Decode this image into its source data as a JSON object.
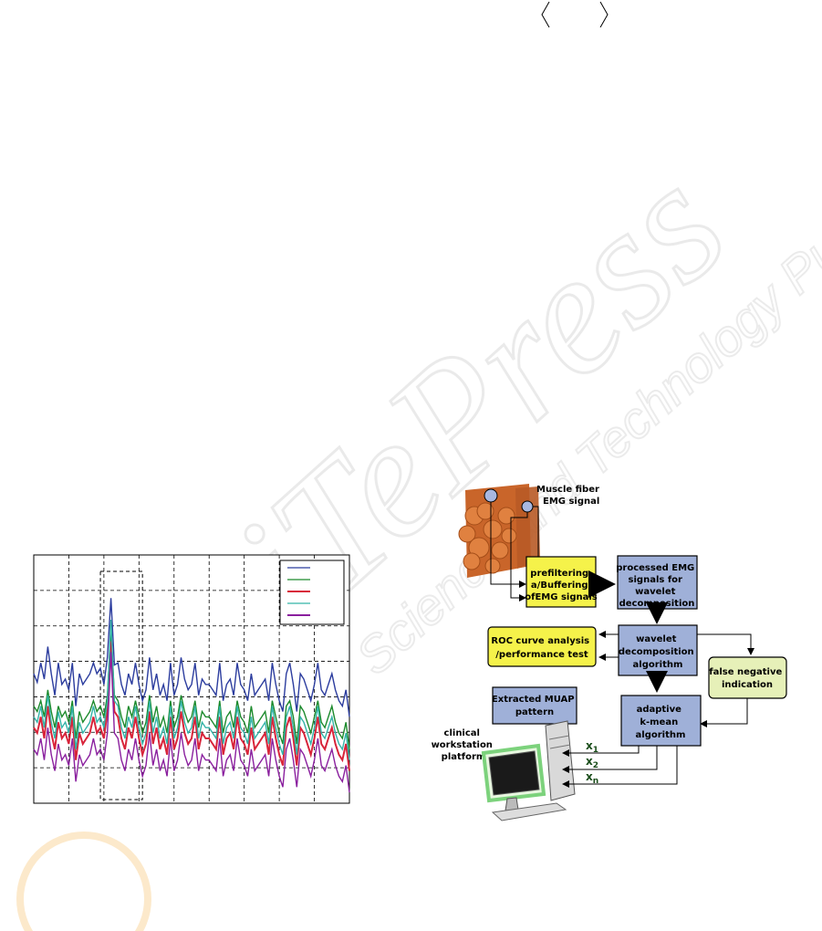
{
  "watermark": {
    "brand": "SciTePress",
    "tagline": "Science and Technology Publications",
    "color": "#e9e9e9",
    "accent": "#f6c16a"
  },
  "chart_data": {
    "type": "line",
    "ylim": [
      -1.4,
      0.9
    ],
    "xlim": [
      0,
      90
    ],
    "grid": true,
    "legend_placement": "top-right",
    "series": [
      {
        "color": "#2b3c9e",
        "values": [
          -0.2,
          -0.28,
          -0.1,
          -0.25,
          0.05,
          -0.2,
          -0.4,
          -0.1,
          -0.3,
          -0.25,
          -0.35,
          -0.1,
          -0.5,
          -0.2,
          -0.3,
          -0.25,
          -0.2,
          -0.1,
          -0.2,
          -0.15,
          -0.3,
          -0.05,
          0.5,
          -0.12,
          -0.1,
          -0.3,
          -0.4,
          -0.2,
          -0.3,
          -0.1,
          -0.3,
          -0.45,
          -0.35,
          -0.05,
          -0.35,
          -0.2,
          -0.4,
          -0.3,
          -0.45,
          -0.1,
          -0.4,
          -0.3,
          -0.05,
          -0.25,
          -0.35,
          -0.3,
          -0.1,
          -0.4,
          -0.25,
          -0.3,
          -0.3,
          -0.35,
          -0.4,
          -0.1,
          -0.45,
          -0.3,
          -0.25,
          -0.4,
          -0.1,
          -0.3,
          -0.35,
          -0.45,
          -0.2,
          -0.4,
          -0.35,
          -0.3,
          -0.25,
          -0.45,
          -0.1,
          -0.3,
          -0.45,
          -0.55,
          -0.2,
          -0.1,
          -0.3,
          -0.55,
          -0.2,
          -0.25,
          -0.35,
          -0.45,
          -0.3,
          -0.1,
          -0.35,
          -0.4,
          -0.3,
          -0.2,
          -0.35,
          -0.45,
          -0.5,
          -0.35,
          -0.6
        ]
      },
      {
        "color": "#1c8a2c",
        "values": [
          -0.5,
          -0.55,
          -0.45,
          -0.6,
          -0.35,
          -0.55,
          -0.7,
          -0.5,
          -0.6,
          -0.55,
          -0.65,
          -0.45,
          -0.8,
          -0.55,
          -0.65,
          -0.6,
          -0.55,
          -0.45,
          -0.55,
          -0.5,
          -0.6,
          -0.4,
          0.2,
          -0.4,
          -0.45,
          -0.6,
          -0.7,
          -0.5,
          -0.6,
          -0.45,
          -0.6,
          -0.75,
          -0.65,
          -0.4,
          -0.65,
          -0.5,
          -0.7,
          -0.6,
          -0.75,
          -0.45,
          -0.7,
          -0.6,
          -0.4,
          -0.55,
          -0.65,
          -0.6,
          -0.45,
          -0.7,
          -0.55,
          -0.6,
          -0.6,
          -0.65,
          -0.7,
          -0.45,
          -0.75,
          -0.6,
          -0.55,
          -0.7,
          -0.45,
          -0.6,
          -0.65,
          -0.75,
          -0.5,
          -0.7,
          -0.65,
          -0.6,
          -0.55,
          -0.75,
          -0.45,
          -0.6,
          -0.75,
          -0.85,
          -0.5,
          -0.45,
          -0.6,
          -0.85,
          -0.5,
          -0.55,
          -0.65,
          -0.75,
          -0.6,
          -0.45,
          -0.65,
          -0.7,
          -0.6,
          -0.5,
          -0.65,
          -0.75,
          -0.8,
          -0.65,
          -0.9
        ]
      },
      {
        "color": "#d8243a",
        "values": [
          -0.7,
          -0.75,
          -0.6,
          -0.8,
          -0.5,
          -0.75,
          -0.9,
          -0.65,
          -0.8,
          -0.75,
          -0.85,
          -0.6,
          -1.0,
          -0.75,
          -0.85,
          -0.8,
          -0.75,
          -0.6,
          -0.75,
          -0.7,
          -0.8,
          -0.55,
          0.1,
          -0.55,
          -0.6,
          -0.8,
          -0.9,
          -0.7,
          -0.8,
          -0.6,
          -0.8,
          -0.95,
          -0.85,
          -0.55,
          -0.85,
          -0.7,
          -0.9,
          -0.8,
          -0.95,
          -0.6,
          -0.9,
          -0.8,
          -0.55,
          -0.75,
          -0.85,
          -0.8,
          -0.6,
          -0.9,
          -0.75,
          -0.8,
          -0.8,
          -0.85,
          -0.9,
          -0.6,
          -0.95,
          -0.8,
          -0.75,
          -0.9,
          -0.6,
          -0.8,
          -0.85,
          -0.95,
          -0.7,
          -0.9,
          -0.85,
          -0.8,
          -0.75,
          -0.95,
          -0.6,
          -0.8,
          -0.95,
          -1.05,
          -0.7,
          -0.6,
          -0.8,
          -1.05,
          -0.7,
          -0.75,
          -0.85,
          -0.95,
          -0.8,
          -0.6,
          -0.85,
          -0.9,
          -0.8,
          -0.7,
          -0.85,
          -0.95,
          -1.0,
          -0.85,
          -1.1
        ]
      },
      {
        "color": "#33b3a8",
        "values": [
          -0.6,
          -0.65,
          -0.5,
          -0.7,
          -0.4,
          -0.65,
          -0.8,
          -0.55,
          -0.7,
          -0.65,
          -0.75,
          -0.5,
          -0.9,
          -0.65,
          -0.75,
          -0.7,
          -0.65,
          -0.5,
          -0.65,
          -0.6,
          -0.7,
          -0.45,
          0.3,
          -0.45,
          -0.5,
          -0.7,
          -0.8,
          -0.6,
          -0.7,
          -0.5,
          -0.7,
          -0.85,
          -0.75,
          -0.45,
          -0.75,
          -0.6,
          -0.8,
          -0.7,
          -0.85,
          -0.5,
          -0.8,
          -0.7,
          -0.45,
          -0.65,
          -0.75,
          -0.7,
          -0.5,
          -0.8,
          -0.65,
          -0.7,
          -0.7,
          -0.75,
          -0.8,
          -0.5,
          -0.85,
          -0.7,
          -0.65,
          -0.8,
          -0.5,
          -0.7,
          -0.75,
          -0.85,
          -0.6,
          -0.8,
          -0.75,
          -0.7,
          -0.65,
          -0.85,
          -0.5,
          -0.7,
          -0.85,
          -0.95,
          -0.6,
          -0.5,
          -0.7,
          -0.95,
          -0.6,
          -0.65,
          -0.75,
          -0.85,
          -0.7,
          -0.5,
          -0.75,
          -0.8,
          -0.7,
          -0.6,
          -0.75,
          -0.85,
          -0.9,
          -0.75,
          -1.0
        ]
      },
      {
        "color": "#8a1f9e",
        "values": [
          -0.9,
          -0.95,
          -0.8,
          -1.0,
          -0.7,
          -0.95,
          -1.1,
          -0.85,
          -1.0,
          -0.95,
          -1.05,
          -0.8,
          -1.2,
          -0.95,
          -1.05,
          -1.0,
          -0.95,
          -0.8,
          -0.95,
          -0.9,
          -1.0,
          -0.75,
          0.0,
          -0.75,
          -0.8,
          -1.0,
          -1.1,
          -0.9,
          -1.0,
          -0.8,
          -1.0,
          -1.15,
          -1.05,
          -0.75,
          -1.05,
          -0.9,
          -1.1,
          -1.0,
          -1.15,
          -0.8,
          -1.1,
          -1.0,
          -0.75,
          -0.95,
          -1.05,
          -1.0,
          -0.8,
          -1.1,
          -0.95,
          -1.0,
          -1.0,
          -1.05,
          -1.1,
          -0.8,
          -1.15,
          -1.0,
          -0.95,
          -1.1,
          -0.8,
          -1.0,
          -1.05,
          -1.15,
          -0.9,
          -1.1,
          -1.05,
          -1.0,
          -0.95,
          -1.15,
          -0.8,
          -1.0,
          -1.15,
          -1.25,
          -0.9,
          -0.8,
          -1.0,
          -1.25,
          -0.9,
          -0.95,
          -1.05,
          -1.15,
          -1.0,
          -0.8,
          -1.05,
          -1.1,
          -1.0,
          -0.9,
          -1.05,
          -1.15,
          -1.2,
          -1.05,
          -1.3
        ]
      }
    ],
    "highlight_x_range": [
      19,
      31
    ]
  },
  "diagram": {
    "muscle_label": [
      "Muscle fiber",
      "EMG signal"
    ],
    "prefilter": [
      "prefiltering",
      "a/Buffering",
      "ofEMG signals"
    ],
    "processed": [
      "processed EMG",
      "signals for",
      "wavelet",
      "decomposition"
    ],
    "wavelet": [
      "wavelet",
      "decomposition",
      "algorithm"
    ],
    "roc": [
      "ROC curve analysis",
      "/performance test"
    ],
    "false_neg": [
      "false negative",
      "indication"
    ],
    "muap": [
      "Extracted MUAP",
      "pattern"
    ],
    "kmean": [
      "adaptive",
      "k-mean",
      "algorithm"
    ],
    "workstation": [
      "clinical",
      "workstation",
      "platform"
    ],
    "outputs": [
      {
        "base": "x",
        "sub": "1"
      },
      {
        "base": "x",
        "sub": "2"
      },
      {
        "base": "x",
        "sub": "n"
      }
    ],
    "colors": {
      "yellow": "#f5f24a",
      "blue": "#9fb0d8",
      "lightgreen": "#e6f0b8",
      "muscle": "#d9722f"
    }
  }
}
